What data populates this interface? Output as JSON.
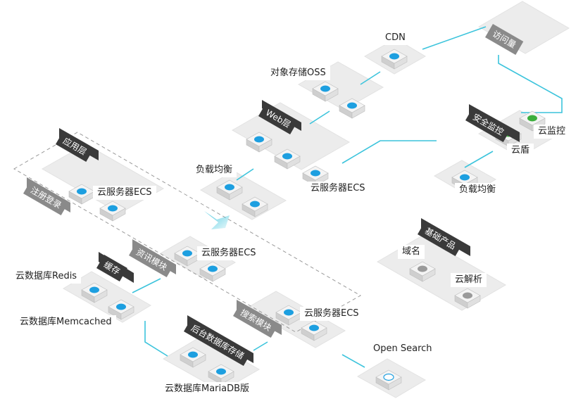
{
  "labels": {
    "visitor": "访问量",
    "cdn": "CDN",
    "oss": "对象存储OSS",
    "web_layer": "Web层",
    "security": "安全监控",
    "cloud_monitor": "云监控",
    "cloud_shield": "云盾",
    "slb_left": "负载均衡",
    "ecs_web": "云服务器ECS",
    "slb_right": "负载均衡",
    "app_layer": "应用层",
    "register": "注册登录",
    "ecs_register": "云服务器ECS",
    "news_module": "资讯模块",
    "ecs_news": "云服务器ECS",
    "cache": "缓存",
    "redis": "云数据库Redis",
    "memcached": "云数据库Memcached",
    "search_module": "搜索模块",
    "ecs_search": "云服务器ECS",
    "backend_storage": "后台数据库存储",
    "mariadb": "云数据库MariaDB版",
    "opensearch": "Open Search",
    "basic_products": "基础产品",
    "domain": "域名",
    "dns": "云解析"
  },
  "colors": {
    "connector": "#3cc4dc",
    "platform": "#ececec",
    "platform_edge": "#d8d8d8",
    "server_top": "#f4f4f4",
    "server_side": "#cfcfcf",
    "icon": "#1d9fe0",
    "icon_green": "#3cae3c",
    "tag_dark": "#3a3a3a",
    "tag_grey": "#8a8a8a"
  }
}
